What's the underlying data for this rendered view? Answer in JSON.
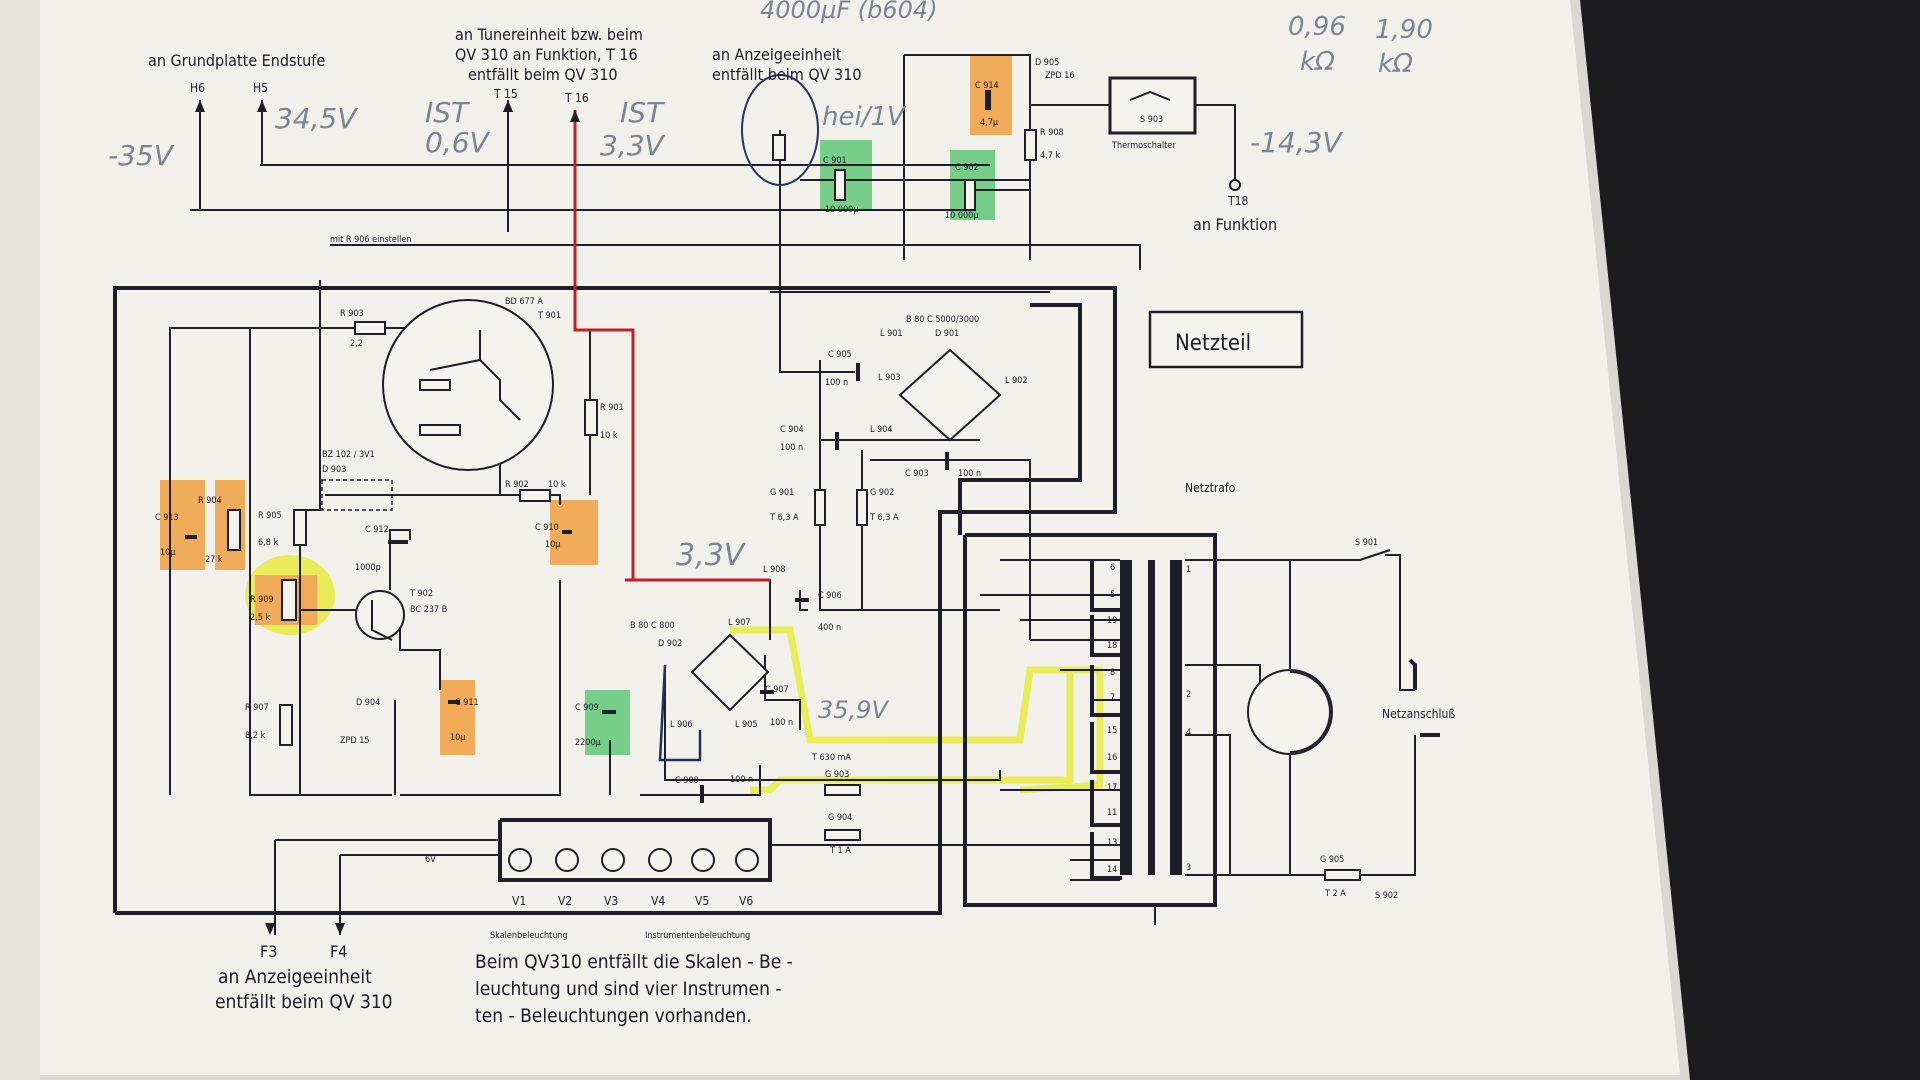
{
  "page": {
    "title": "Netzteil",
    "colors": {
      "paper": "#f1f0ea",
      "ink": "#1e1e2a",
      "highlight_orange": "#f0a040",
      "highlight_green": "#60c878",
      "highlight_yellow": "#e8ec40",
      "red_wire": "#c02020",
      "pencil": "#7d8494"
    }
  },
  "connectors": {
    "top_left_header": "an Grundplatte Endstufe",
    "h6": "H6",
    "h5": "H5",
    "tuner_line1": "an Tunereinheit bzw. beim",
    "tuner_line2": "QV 310 an Funktion, T 16",
    "tuner_line3": "entfällt beim QV 310",
    "t15": "T 15",
    "t16": "T 16",
    "display_line1": "an Anzeigeeinheit",
    "display_line2": "entfällt beim QV 310",
    "t18": "T18",
    "funktion": "an Funktion",
    "f3": "F3",
    "f4": "F4",
    "bottom_display_line1": "an Anzeigeeinheit",
    "bottom_display_line2": "entfällt beim QV 310"
  },
  "handwritten": {
    "neg35": "-35V",
    "v345": "34,5V",
    "ist1": "IST",
    "v06": "0,6V",
    "ist2": "IST",
    "v33top": "3,3V",
    "hei": "hei/1V",
    "v143": "-14,3V",
    "v33mid": "3,3V",
    "v359": "35,9V",
    "meas1": "0,96",
    "meas2": "1,90",
    "unit1": "kΩ",
    "unit2": "kΩ",
    "top_note": "4000µF (b604)"
  },
  "components": {
    "r906_note": "mit R 906 einstellen",
    "t901_type": "BD 677 A",
    "t901": "T 901",
    "r903": "R 903",
    "r903_val": "2,2",
    "bridge1": "B 80 C 5000/3000",
    "l901": "L 901",
    "d901": "D 901",
    "c905": "C 905",
    "c905_val": "100 n",
    "l903": "L 903",
    "l902": "L 902",
    "c904": "C 904",
    "c904_val": "100 n",
    "l904": "L 904",
    "c903": "C 903",
    "c903_val": "100 n",
    "g901": "G 901",
    "g901_val": "T 6,3 A",
    "g902": "G 902",
    "g902_val": "T 6,3 A",
    "c901": "C 901",
    "c901_val": "10 000µ",
    "c902": "C 902",
    "c902_val": "10 000µ",
    "d905": "D 905",
    "d905_type": "ZPD 16",
    "r908": "R 908",
    "r908_val": "4,7 k",
    "c914": "C 914",
    "c914_val": "4,7µ",
    "thermo": "S 903",
    "thermo_label": "Thermoschalter",
    "zener_dz": "BZ 102 / 3V1",
    "d903": "D 903",
    "r902": "R 902",
    "r902_val": "10 k",
    "r901": "R 901",
    "r901_val": "10 k",
    "c910": "C 910",
    "c910_val": "10µ",
    "c913": "C 913",
    "c913_val": "10µ",
    "r904": "R 904",
    "r904_val": "27 k",
    "r905": "R 905",
    "r905_val": "6,8 k",
    "c912": "C 912",
    "c912_val": "1000p",
    "r909": "R 909",
    "r909_val": "2,5 k",
    "t902": "T 902",
    "t902_type": "BC 237 B",
    "r907": "R 907",
    "r907_val": "8,2 k",
    "d904": "D 904",
    "d904_type": "ZPD 15",
    "c911": "C 911",
    "c911_val": "10µ",
    "l908": "L 908",
    "c906": "C 906",
    "c906_val": "400 n",
    "bridge2": "B 80 C 800",
    "d902": "D 902",
    "l907": "L 907",
    "c907": "C 907",
    "c907_val": "100 n",
    "l905": "L 905",
    "l906": "L 906",
    "c909": "C 909",
    "c909_val": "2200µ",
    "c908": "C 908",
    "c908_val": "100 n",
    "fuse_630": "T 630 mA",
    "g903": "G 903",
    "g904": "G 904",
    "g904_val": "T 1 A",
    "netztrafo": "Netztrafo",
    "netzanschluss": "Netzanschluß",
    "s901": "S 901",
    "g905": "G 905",
    "g905_val": "T 2 A",
    "s902": "S 902",
    "v6": "6V"
  },
  "transformer": {
    "secondary_taps": [
      "6",
      "5",
      "19",
      "18",
      "8",
      "7",
      "15",
      "16",
      "17",
      "11",
      "13",
      "14"
    ],
    "primary_taps": [
      "1",
      "2",
      "4",
      "3"
    ]
  },
  "lamps": {
    "labels": [
      "V1",
      "V2",
      "V3",
      "V4",
      "V5",
      "V6"
    ],
    "group1": "Skalenbeleuchtung",
    "group2": "Instrumentenbeleuchtung"
  },
  "footer": {
    "line1": "Beim QV310 entfällt die Skalen - Be -",
    "line2": "leuchtung und sind vier Instrumen -",
    "line3": "ten - Beleuchtungen vorhanden."
  }
}
